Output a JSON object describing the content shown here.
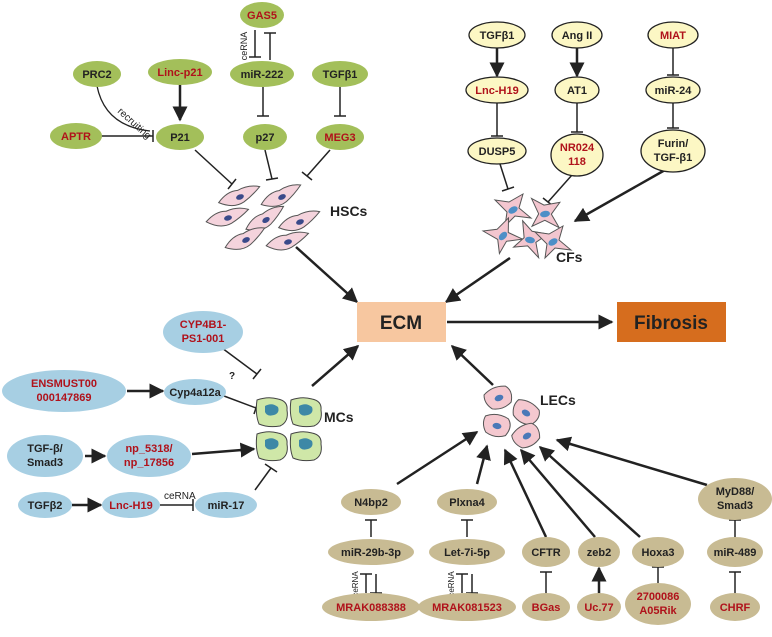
{
  "colors": {
    "green_node": "#a3bf5a",
    "yellow_node": "#fcf7c4",
    "blue_node": "#a7cfe3",
    "tan_node": "#c8bb93",
    "ecm_box": "#f7c7a0",
    "fibrosis_box": "#d66d1e",
    "red_text": "#b0121b",
    "line": "#222222"
  },
  "hub": {
    "ecm": "ECM",
    "fibrosis": "Fibrosis"
  },
  "cells": {
    "hscs": "HSCs",
    "cfs": "CFs",
    "mcs": "MCs",
    "lecs": "LECs"
  },
  "hsc_nodes": {
    "gas5": "GAS5",
    "prc2": "PRC2",
    "linc_p21": "Linc-p21",
    "mir222": "miR-222",
    "tgfb1": "TGFβ1",
    "aptr": "APTR",
    "p21": "P21",
    "p27": "p27",
    "meg3": "MEG3",
    "recruiting": "recruiting",
    "cerna": "ceRNA"
  },
  "cf_nodes": {
    "tgfb1": "TGFβ1",
    "ang2": "Ang II",
    "miat": "MIAT",
    "lnc_h19": "Lnc-H19",
    "at1": "AT1",
    "mir24": "miR-24",
    "dusp5": "DUSP5",
    "nr_line1": "NR024",
    "nr_line2": "118",
    "furin_line1": "Furin/",
    "furin_line2": "TGF-β1"
  },
  "mc_nodes": {
    "cyp4b1_line1": "CYP4B1-",
    "cyp4b1_line2": "PS1-001",
    "ensmust_line1": "ENSMUST00",
    "ensmust_line2": "000147869",
    "cyp4a12a": "Cyp4a12a",
    "question": "?",
    "tgfb_line1": "TGF-β/",
    "tgfb_line2": "Smad3",
    "np_line1": "np_5318/",
    "np_line2": "np_17856",
    "tgfb2": "TGFβ2",
    "lnc_h19": "Lnc-H19",
    "cerna": "ceRNA",
    "mir17": "miR-17"
  },
  "lec_nodes": {
    "n4bp2": "N4bp2",
    "plxna4": "Plxna4",
    "myd88_line1": "MyD88/",
    "myd88_line2": "Smad3",
    "mir29b": "miR-29b-3p",
    "let7i": "Let-7i-5p",
    "cftr": "CFTR",
    "zeb2": "zeb2",
    "hoxa3": "Hoxa3",
    "mir489": "miR-489",
    "mrak088388": "MRAK088388",
    "mrak081523": "MRAK081523",
    "bgas": "BGas",
    "uc77": "Uc.77",
    "rik_line1": "2700086",
    "rik_line2": "A05Rik",
    "chrf": "CHRF",
    "cerna1": "ceRNA",
    "cerna2": "ceRNA"
  }
}
